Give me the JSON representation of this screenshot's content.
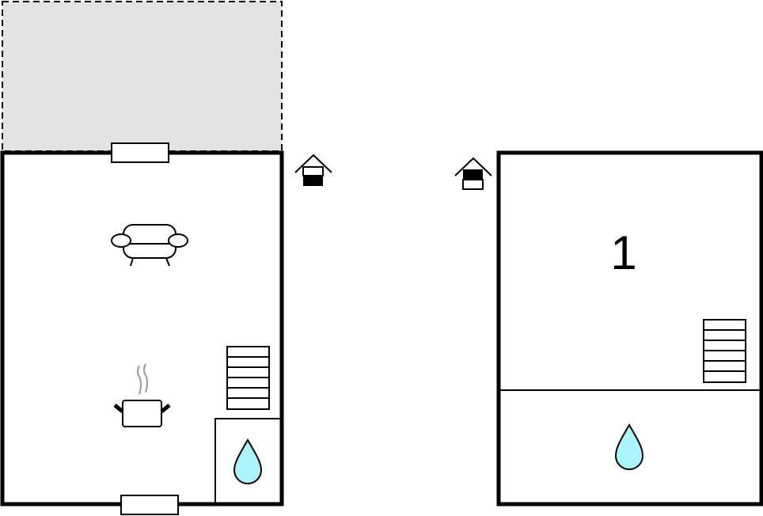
{
  "floors": [
    {
      "name": "ground-floor",
      "icon": "house-ground-floor-icon"
    },
    {
      "name": "upper-floor",
      "icon": "house-upper-floor-icon",
      "room_label": "1"
    }
  ],
  "colors": {
    "terrace": "#e3e3e3",
    "water": "#aaf5fb",
    "steam": "#999999",
    "wall": "#000000"
  }
}
